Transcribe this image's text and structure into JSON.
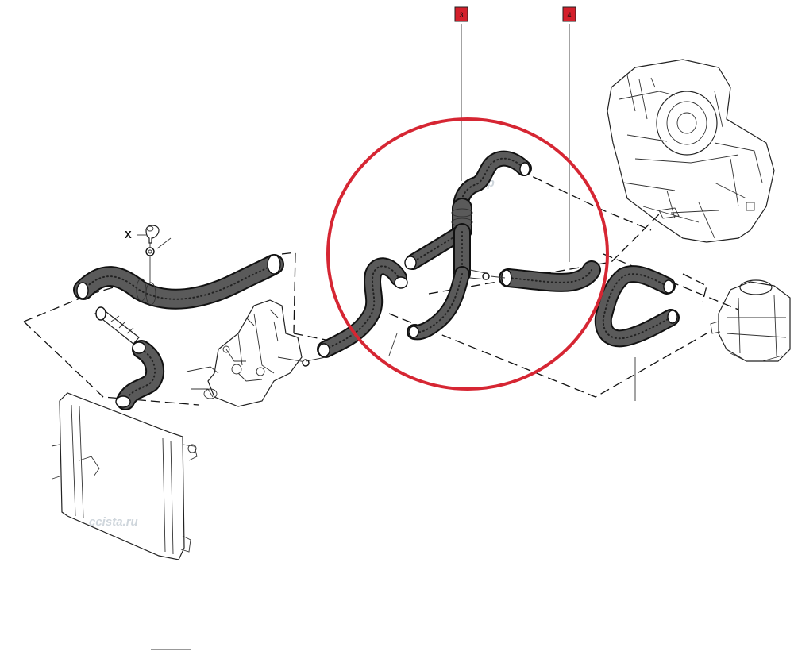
{
  "callouts": [
    {
      "id": "callout-3",
      "label": "3"
    },
    {
      "id": "callout-4",
      "label": "4"
    }
  ],
  "tighten_marker": {
    "label": "X"
  },
  "watermarks": [
    "w.ep",
    "ccista.ru"
  ],
  "colors": {
    "callout_fill": "#d41f2b",
    "highlight_circle": "#d62633",
    "line_art": "#111111",
    "background": "#ffffff"
  },
  "icons": [
    "wrench-clamp-icon",
    "washer-icon",
    "filler-cap-icon"
  ]
}
